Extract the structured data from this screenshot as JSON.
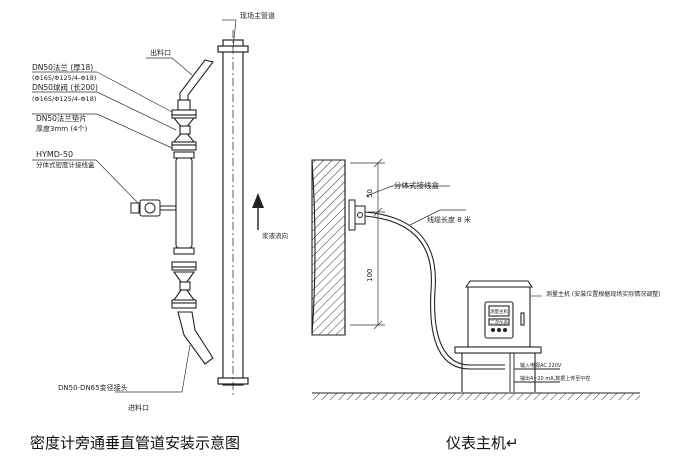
{
  "diagram_left": {
    "labels": {
      "main_pipe": "现场主管道",
      "outlet": "出料口",
      "flange": "DN50法兰 (厚18)",
      "flange_spec": "(Φ165/Φ125/4-Φ18)",
      "ball_valve": "DN50球阀 (长200)",
      "ball_valve_spec": "(Φ165/Φ125/4-Φ18)",
      "gasket": "DN50法兰垫片",
      "gasket_thickness": "厚度3mm (4个)",
      "model": "HYMD-50",
      "junction_box": "分体式密度计接线盒",
      "flow_direction": "浆液流向",
      "reducer": "DN50-DN65变径接头",
      "inlet": "进料口"
    }
  },
  "diagram_right": {
    "labels": {
      "junction_box": "分体式接线盒",
      "cable_length": "线缆长度 8 米",
      "dim_upper": "50",
      "dim_lower": "100",
      "host": "测量主机 (安装位置根据现场实际情况调整)",
      "power_in": "输入电源AC 220V",
      "signal_out": "输出4~20 mA,数据上传至中控",
      "host_panel_top": "测量主机",
      "host_panel_mid": "二次仪表"
    }
  },
  "captions": {
    "left": "密度计旁通垂直管道安装示意图",
    "right": "仪表主机↵"
  }
}
